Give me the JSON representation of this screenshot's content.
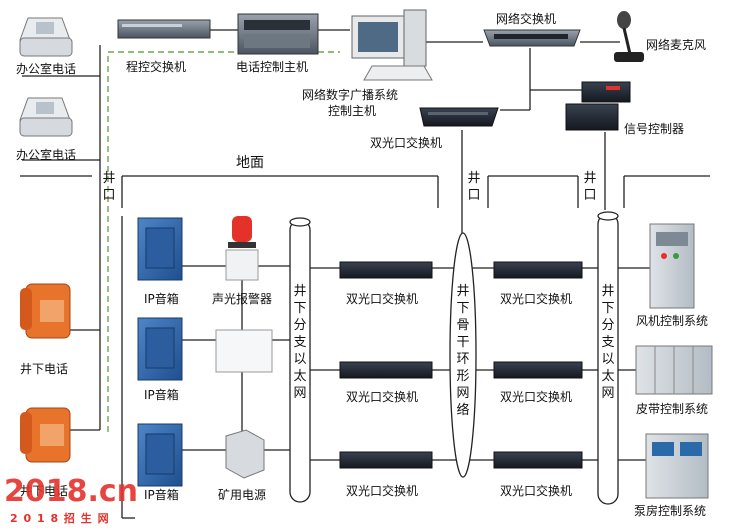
{
  "labels": {
    "office_phone_1": "办公室电话",
    "office_phone_2": "办公室电话",
    "pbx": "程控交换机",
    "phone_host": "电话控制主机",
    "broadcast_host_line1": "网络数字广播系统",
    "broadcast_host_line2": "控制主机",
    "network_switch": "网络交换机",
    "network_mic": "网络麦克风",
    "dual_optical_top": "双光口交换机",
    "signal_controller": "信号控制器",
    "ground": "地面",
    "wellhead_left": "井口",
    "wellhead_mid": "井口",
    "wellhead_right": "井口",
    "ip_speaker_1": "IP音箱",
    "ip_speaker_2": "IP音箱",
    "ip_speaker_3": "IP音箱",
    "alarm": "声光报警器",
    "mine_power": "矿用电源",
    "underground_phone_1": "井下电话",
    "underground_phone_2": "井下电话",
    "branch_ethernet_left": "井下分支以太网",
    "backbone_ring": "井下骨干环形网络",
    "branch_ethernet_right": "井下分支以太网",
    "dual_optical_l1": "双光口交换机",
    "dual_optical_l2": "双光口交换机",
    "dual_optical_l3": "双光口交换机",
    "dual_optical_r1": "双光口交换机",
    "dual_optical_r2": "双光口交换机",
    "dual_optical_r3": "双光口交换机",
    "fan_control": "风机控制系统",
    "belt_control": "皮带控制系统",
    "pump_control": "泵房控制系统"
  },
  "watermark": {
    "brand": "2018.cn",
    "subtitle": "2 0 1 8 招 生 网"
  },
  "colors": {
    "accent_red": "#e4322b",
    "dashed_green": "#6aa84f",
    "speaker_blue": "#2f63a8",
    "phone_orange": "#e8732a"
  }
}
